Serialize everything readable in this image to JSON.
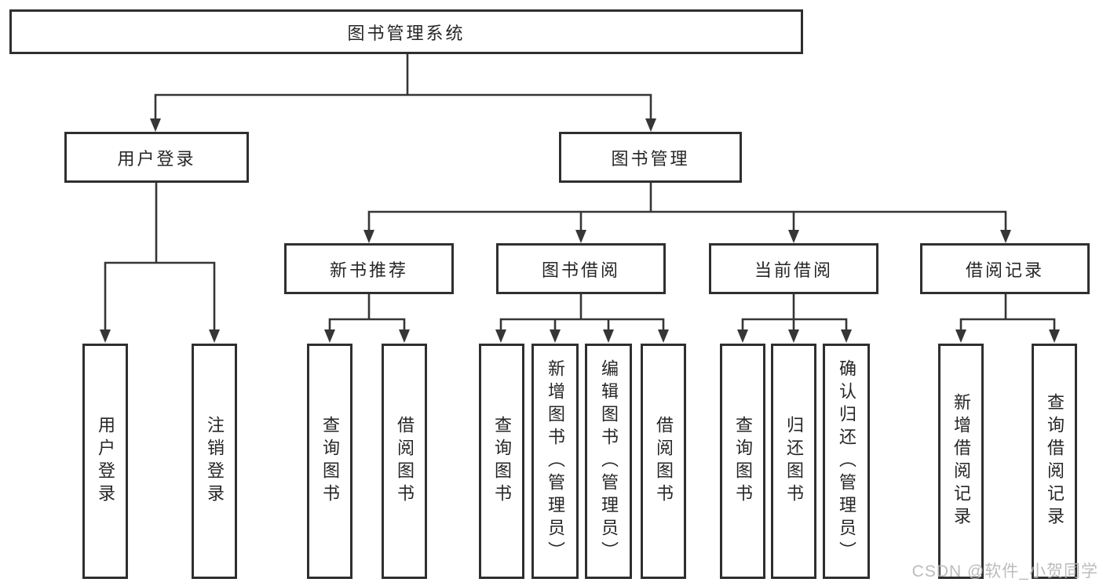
{
  "diagram": {
    "root": {
      "label": "图书管理系统"
    },
    "level2": [
      {
        "label": "用户登录"
      },
      {
        "label": "图书管理"
      }
    ],
    "level3": [
      {
        "label": "新书推荐"
      },
      {
        "label": "图书借阅"
      },
      {
        "label": "当前借阅"
      },
      {
        "label": "借阅记录"
      }
    ],
    "leaves": {
      "user_login": [
        "用户登录",
        "注销登录"
      ],
      "new_book": [
        "查询图书",
        "借阅图书"
      ],
      "book_borrow": [
        "查询图书",
        "新增图书（管理员）",
        "编辑图书（管理员）",
        "借阅图书"
      ],
      "current_borrow": [
        "查询图书",
        "归还图书",
        "确认归还（管理员）"
      ],
      "borrow_record": [
        "新增借阅记录",
        "查询借阅记录"
      ]
    }
  },
  "watermark": {
    "text": "CSDN @软件_小贺同学"
  },
  "colors": {
    "background": "#ffffff",
    "line": "#363636",
    "box_border": "#2f2f2f",
    "text": "#262626",
    "watermark": "#b5b5b5"
  }
}
